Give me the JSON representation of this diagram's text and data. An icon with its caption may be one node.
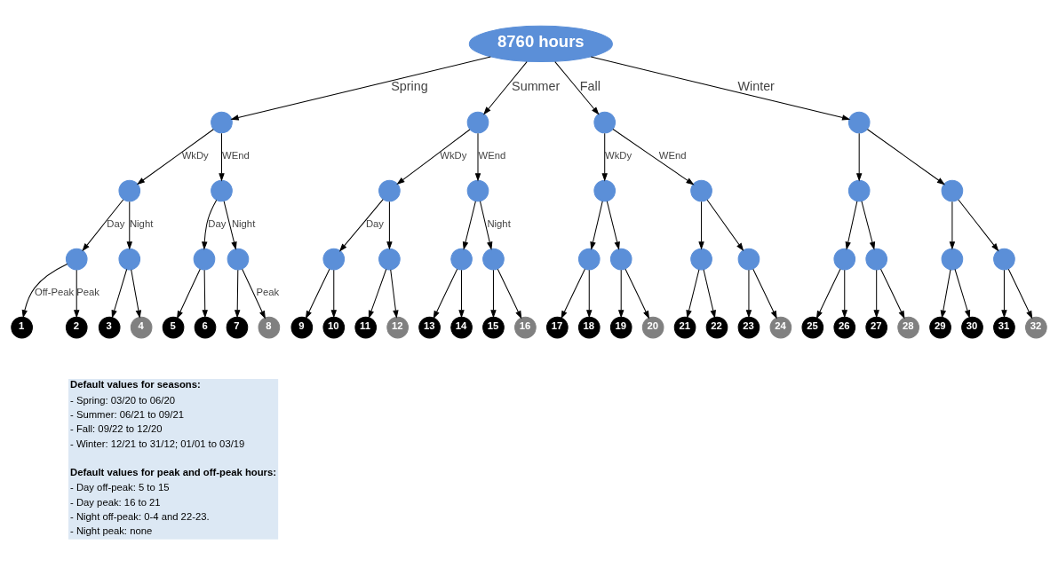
{
  "diagram": {
    "nodes": [
      {
        "text": [
          "8760 hours"
        ]
      },
      {
        "text": [],
        "shape": "circle"
      },
      {
        "text": [],
        "shape": "circle"
      },
      {
        "text": [],
        "shape": "circle"
      },
      {
        "text": [],
        "shape": "circle"
      },
      {
        "text": [],
        "shape": "circle"
      },
      {
        "text": [],
        "shape": "circle"
      },
      {
        "text": [],
        "shape": "circle"
      },
      {
        "text": [],
        "shape": "circle"
      },
      {
        "text": [],
        "shape": "circle"
      },
      {
        "text": [],
        "shape": "circle"
      },
      {
        "text": [],
        "shape": "circle"
      },
      {
        "text": [],
        "shape": "circle"
      },
      {
        "text": [],
        "shape": "circle"
      },
      {
        "text": [],
        "shape": "circle"
      },
      {
        "text": [],
        "shape": "circle"
      },
      {
        "text": [],
        "shape": "circle"
      },
      {
        "text": [],
        "shape": "circle"
      },
      {
        "text": [],
        "shape": "circle"
      },
      {
        "text": [],
        "shape": "circle"
      },
      {
        "text": [],
        "shape": "circle"
      },
      {
        "text": [],
        "shape": "circle"
      },
      {
        "text": [],
        "shape": "circle"
      },
      {
        "text": [],
        "shape": "circle"
      },
      {
        "text": [],
        "shape": "circle"
      },
      {
        "text": [],
        "shape": "circle"
      },
      {
        "text": [],
        "shape": "circle"
      },
      {
        "text": [],
        "shape": "circle"
      },
      {
        "text": [],
        "shape": "circle"
      },
      {
        "text": [
          "1"
        ]
      },
      {
        "text": [
          "2"
        ]
      },
      {
        "text": [
          "3"
        ]
      },
      {
        "text": [
          "4"
        ]
      },
      {
        "text": [
          "5"
        ]
      },
      {
        "text": [
          "6"
        ]
      },
      {
        "text": [
          "7"
        ]
      },
      {
        "text": [
          "8"
        ]
      },
      {
        "text": [
          "9"
        ]
      },
      {
        "text": [
          "10"
        ]
      },
      {
        "text": [
          "11"
        ]
      },
      {
        "text": [
          "12"
        ]
      },
      {
        "text": [
          "13"
        ]
      },
      {
        "text": [
          "14"
        ]
      },
      {
        "text": [
          "15"
        ]
      },
      {
        "text": [
          "16"
        ]
      },
      {
        "text": [
          "17"
        ]
      },
      {
        "text": [
          "18"
        ]
      },
      {
        "text": [
          "19"
        ]
      },
      {
        "text": [
          "20"
        ]
      },
      {
        "text": [
          "21"
        ]
      },
      {
        "text": [
          "22"
        ]
      },
      {
        "text": [
          "23"
        ]
      },
      {
        "text": [
          "24"
        ]
      },
      {
        "text": [
          "25"
        ]
      },
      {
        "text": [
          "26"
        ]
      },
      {
        "text": [
          "27"
        ]
      },
      {
        "text": [
          "28"
        ]
      },
      {
        "text": [
          "29"
        ]
      },
      {
        "text": [
          "30"
        ]
      },
      {
        "text": [
          "31"
        ]
      },
      {
        "text": [
          "32"
        ]
      }
    ],
    "edges": [
      {
        "from": 0,
        "to": 1,
        "arrow": "to",
        "label": "Spring"
      },
      {
        "from": 0,
        "to": 2,
        "arrow": "to",
        "label": "Summer"
      },
      {
        "from": 0,
        "to": 3,
        "arrow": "to",
        "label": "Fall"
      },
      {
        "from": 0,
        "to": 4,
        "arrow": "to",
        "label": "Winter"
      },
      {
        "from": 1,
        "to": 5,
        "arrow": "to",
        "label": "WkDy"
      },
      {
        "from": 1,
        "to": 6,
        "arrow": "to",
        "label": "WEnd"
      },
      {
        "from": 2,
        "to": 7,
        "arrow": "to",
        "label": "WkDy"
      },
      {
        "from": 2,
        "to": 8,
        "arrow": "to",
        "label": "WEnd"
      },
      {
        "from": 3,
        "to": 9,
        "arrow": "to",
        "label": "WkDy"
      },
      {
        "from": 3,
        "to": 10,
        "arrow": "to",
        "label": "WEnd"
      },
      {
        "from": 4,
        "to": 11,
        "arrow": "to"
      },
      {
        "from": 4,
        "to": 12,
        "arrow": "to"
      },
      {
        "from": 5,
        "to": 13,
        "arrow": "to",
        "label": "Day"
      },
      {
        "from": 5,
        "to": 14,
        "arrow": "to",
        "label": "Night"
      },
      {
        "from": 6,
        "to": 15,
        "arrow": "to",
        "label": "Day"
      },
      {
        "from": 6,
        "to": 16,
        "arrow": "to",
        "label": "Night"
      },
      {
        "from": 7,
        "to": 17,
        "arrow": "to",
        "label": "Day"
      },
      {
        "from": 7,
        "to": 18,
        "arrow": "to"
      },
      {
        "from": 8,
        "to": 19,
        "arrow": "to"
      },
      {
        "from": 8,
        "to": 20,
        "arrow": "to",
        "label": "Night"
      },
      {
        "from": 9,
        "to": 21,
        "arrow": "to"
      },
      {
        "from": 9,
        "to": 22,
        "arrow": "to"
      },
      {
        "from": 10,
        "to": 23,
        "arrow": "to"
      },
      {
        "from": 10,
        "to": 24,
        "arrow": "to"
      },
      {
        "from": 11,
        "to": 25,
        "arrow": "to"
      },
      {
        "from": 11,
        "to": 26,
        "arrow": "to"
      },
      {
        "from": 12,
        "to": 27,
        "arrow": "to"
      },
      {
        "from": 12,
        "to": 28,
        "arrow": "to"
      },
      {
        "from": 13,
        "to": 29,
        "arrow": "to",
        "label": "Off-Peak"
      },
      {
        "from": 13,
        "to": 30,
        "arrow": "to",
        "label": "Peak"
      },
      {
        "from": 14,
        "to": 31,
        "arrow": "to"
      },
      {
        "from": 14,
        "to": 32,
        "arrow": "to"
      },
      {
        "from": 15,
        "to": 33,
        "arrow": "to"
      },
      {
        "from": 15,
        "to": 34,
        "arrow": "to"
      },
      {
        "from": 16,
        "to": 35,
        "arrow": "to"
      },
      {
        "from": 16,
        "to": 36,
        "arrow": "to",
        "label": "Peak"
      },
      {
        "from": 17,
        "to": 37,
        "arrow": "to"
      },
      {
        "from": 17,
        "to": 38,
        "arrow": "to"
      },
      {
        "from": 18,
        "to": 39,
        "arrow": "to"
      },
      {
        "from": 18,
        "to": 40,
        "arrow": "to"
      },
      {
        "from": 19,
        "to": 41,
        "arrow": "to"
      },
      {
        "from": 19,
        "to": 42,
        "arrow": "to"
      },
      {
        "from": 20,
        "to": 43,
        "arrow": "to"
      },
      {
        "from": 20,
        "to": 44,
        "arrow": "to"
      },
      {
        "from": 21,
        "to": 45,
        "arrow": "to"
      },
      {
        "from": 21,
        "to": 46,
        "arrow": "to"
      },
      {
        "from": 22,
        "to": 47,
        "arrow": "to"
      },
      {
        "from": 22,
        "to": 48,
        "arrow": "to"
      },
      {
        "from": 23,
        "to": 49,
        "arrow": "to"
      },
      {
        "from": 23,
        "to": 50,
        "arrow": "to"
      },
      {
        "from": 24,
        "to": 51,
        "arrow": "to"
      },
      {
        "from": 24,
        "to": 52,
        "arrow": "to"
      },
      {
        "from": 25,
        "to": 53,
        "arrow": "to"
      },
      {
        "from": 25,
        "to": 54,
        "arrow": "to"
      },
      {
        "from": 26,
        "to": 55,
        "arrow": "to"
      },
      {
        "from": 26,
        "to": 56,
        "arrow": "to"
      },
      {
        "from": 27,
        "to": 57,
        "arrow": "to"
      },
      {
        "from": 27,
        "to": 58,
        "arrow": "to"
      },
      {
        "from": 28,
        "to": 59,
        "arrow": "to"
      },
      {
        "from": 28,
        "to": 60,
        "arrow": "to"
      }
    ],
    "labels": [
      "Default values for seasons:",
      "- Spring: 03/20 to 06/20",
      "- Summer: 06/21 to 09/21",
      "- Fall: 09/22 to 12/20",
      "- Winter: 12/21 to 31/12; 01/01 to 03/19",
      "Default values for peak and off-peak hours:",
      "- Day off-peak: 5 to 15",
      "- Day peak: 16 to 21",
      "- Night off-peak: 0-4 and 22-23.",
      "- Night peak: none"
    ]
  }
}
